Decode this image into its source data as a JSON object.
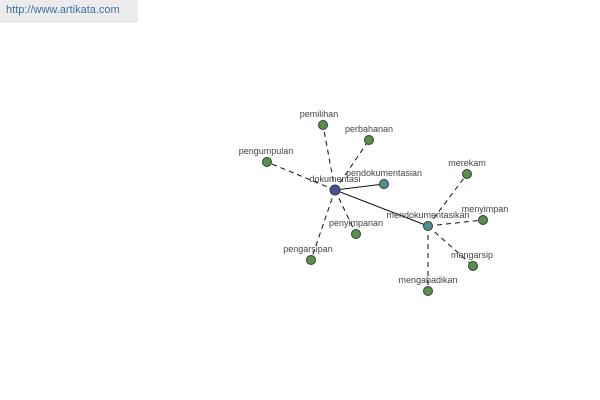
{
  "header": {
    "url": "http://www.artikata.com"
  },
  "graph": {
    "nodes": [
      {
        "id": "dokumentasi",
        "label": "dokumentasi",
        "kind": "root"
      },
      {
        "id": "mendokumentasikan",
        "label": "mendokumentasikan",
        "kind": "hub"
      },
      {
        "id": "pendokumentasian",
        "label": "pendokumentasian",
        "kind": "hub"
      },
      {
        "id": "pemilihan",
        "label": "pemilihan",
        "kind": "leaf"
      },
      {
        "id": "perbahanan",
        "label": "perbahanan",
        "kind": "leaf"
      },
      {
        "id": "pengumpulan",
        "label": "pengumpulan",
        "kind": "leaf"
      },
      {
        "id": "penyimpanan",
        "label": "penyimpanan",
        "kind": "leaf"
      },
      {
        "id": "pengarsipan",
        "label": "pengarsipan",
        "kind": "leaf"
      },
      {
        "id": "merekam",
        "label": "merekam",
        "kind": "leaf"
      },
      {
        "id": "menyimpan",
        "label": "menyimpan",
        "kind": "leaf"
      },
      {
        "id": "mengarsip",
        "label": "mengarsip",
        "kind": "leaf"
      },
      {
        "id": "mengabadikan",
        "label": "mengabadikan",
        "kind": "leaf"
      }
    ],
    "edges": [
      {
        "from": "dokumentasi",
        "to": "pendokumentasian",
        "style": "solid"
      },
      {
        "from": "dokumentasi",
        "to": "mendokumentasikan",
        "style": "solid"
      },
      {
        "from": "dokumentasi",
        "to": "pemilihan",
        "style": "dashed"
      },
      {
        "from": "dokumentasi",
        "to": "perbahanan",
        "style": "dashed"
      },
      {
        "from": "dokumentasi",
        "to": "pengumpulan",
        "style": "dashed"
      },
      {
        "from": "dokumentasi",
        "to": "penyimpanan",
        "style": "dashed"
      },
      {
        "from": "dokumentasi",
        "to": "pengarsipan",
        "style": "dashed"
      },
      {
        "from": "mendokumentasikan",
        "to": "merekam",
        "style": "dashed"
      },
      {
        "from": "mendokumentasikan",
        "to": "menyimpan",
        "style": "dashed"
      },
      {
        "from": "mendokumentasikan",
        "to": "mengarsip",
        "style": "dashed"
      },
      {
        "from": "mendokumentasikan",
        "to": "mengabadikan",
        "style": "dashed"
      }
    ],
    "colors": {
      "root": "#4a4f9e",
      "hub": "#4f8f8f",
      "leaf": "#5a8f4e",
      "node_stroke": "#2f3f2f",
      "edge": "#111111"
    }
  }
}
